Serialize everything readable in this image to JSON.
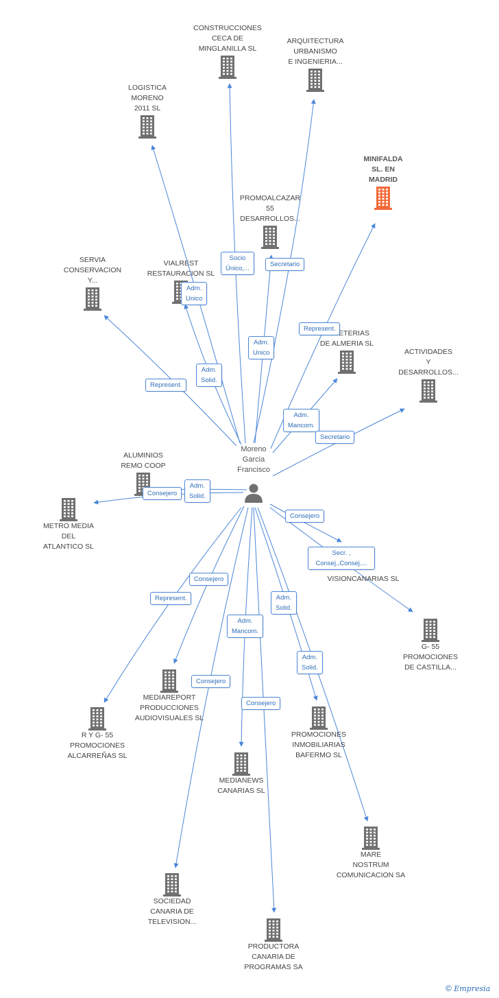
{
  "person": {
    "name": "Moreno\nGarcia\nFrancisco"
  },
  "colors": {
    "building": "#707070",
    "highlight": "#f26a3a",
    "edge": "#4a86d8",
    "label": "#2f6db8"
  },
  "companies": [
    {
      "id": "construcciones",
      "name": "CONSTRUCCIONES\nCECA DE\nMINGLANILLA SL"
    },
    {
      "id": "arquitectura",
      "name": "ARQUITECTURA\nURBANISMO\nE INGENIERIA..."
    },
    {
      "id": "logistica",
      "name": "LOGISTICA\nMORENO\n2011 SL"
    },
    {
      "id": "minifalda",
      "name": "MINIFALDA\nSL.   EN\nMADRID",
      "highlight": true
    },
    {
      "id": "promoalcazar",
      "name": "PROMOALCAZAR\n55\nDESARROLLOS..."
    },
    {
      "id": "servia",
      "name": "SERVIA\nCONSERVACION\nY..."
    },
    {
      "id": "vialrest",
      "name": "VIALREST\nRESTAURACION SL"
    },
    {
      "id": "cafeterias",
      "name": "CAFETERIAS\nDE ALMERIA SL"
    },
    {
      "id": "actividades",
      "name": "ACTIVIDADES\nY\nDESARROLLOS..."
    },
    {
      "id": "aluminios",
      "name": "ALUMINIOS\nREMO COOP"
    },
    {
      "id": "metromedia",
      "name": "METRO MEDIA\nDEL\nATLANTICO SL"
    },
    {
      "id": "visioncanarias",
      "name": "VISIONCANARIAS SL"
    },
    {
      "id": "g55castilla",
      "name": "G- 55\nPROMOCIONES\nDE CASTILLA..."
    },
    {
      "id": "mediareport",
      "name": "MEDIAREPORT\nPRODUCCIONES\nAUDIOVISUALES SL"
    },
    {
      "id": "ryg55",
      "name": "R Y G- 55\nPROMOCIONES\nALCARREÑAS SL"
    },
    {
      "id": "bafermo",
      "name": "PROMOCIONES\nINMOBILIARIAS\nBAFERMO SL"
    },
    {
      "id": "medianews",
      "name": "MEDIANEWS\nCANARIAS SL"
    },
    {
      "id": "marenostrum",
      "name": "MARE\nNOSTRUM\nCOMUNICACION SA"
    },
    {
      "id": "sociedad",
      "name": "SOCIEDAD\nCANARIA DE\nTELEVISION..."
    },
    {
      "id": "productora",
      "name": "PRODUCTORA\nCANARIA DE\nPROGRAMAS SA"
    }
  ],
  "roles": [
    {
      "id": "r_socio",
      "text": "Socio\nÚnico,..."
    },
    {
      "id": "r_secretario1",
      "text": "Secretario"
    },
    {
      "id": "r_admunico1",
      "text": "Adm.\nUnico"
    },
    {
      "id": "r_admunico2",
      "text": "Adm.\nUnico"
    },
    {
      "id": "r_represent1",
      "text": "Represent."
    },
    {
      "id": "r_admsolid1",
      "text": "Adm.\nSolid."
    },
    {
      "id": "r_represent2",
      "text": "Represent."
    },
    {
      "id": "r_admmancom1",
      "text": "Adm.\nMancom."
    },
    {
      "id": "r_secretario2",
      "text": "Secretario"
    },
    {
      "id": "r_admsolid2",
      "text": "Adm.\nSolid."
    },
    {
      "id": "r_consejero1",
      "text": "Consejero"
    },
    {
      "id": "r_consejero2",
      "text": "Consejero"
    },
    {
      "id": "r_secr",
      "text": "Secr. ,\nConsej.,Consej...."
    },
    {
      "id": "r_consejero3",
      "text": "Consejero"
    },
    {
      "id": "r_represent3",
      "text": "Represent."
    },
    {
      "id": "r_admsolid3",
      "text": "Adm.\nSolid."
    },
    {
      "id": "r_admmancom2",
      "text": "Adm.\nMancom."
    },
    {
      "id": "r_consejero4",
      "text": "Consejero"
    },
    {
      "id": "r_admsolid4",
      "text": "Adm.\nSolid."
    },
    {
      "id": "r_consejero5",
      "text": "Consejero"
    }
  ],
  "watermark": {
    "symbol": "©",
    "brand": "Empresia"
  }
}
